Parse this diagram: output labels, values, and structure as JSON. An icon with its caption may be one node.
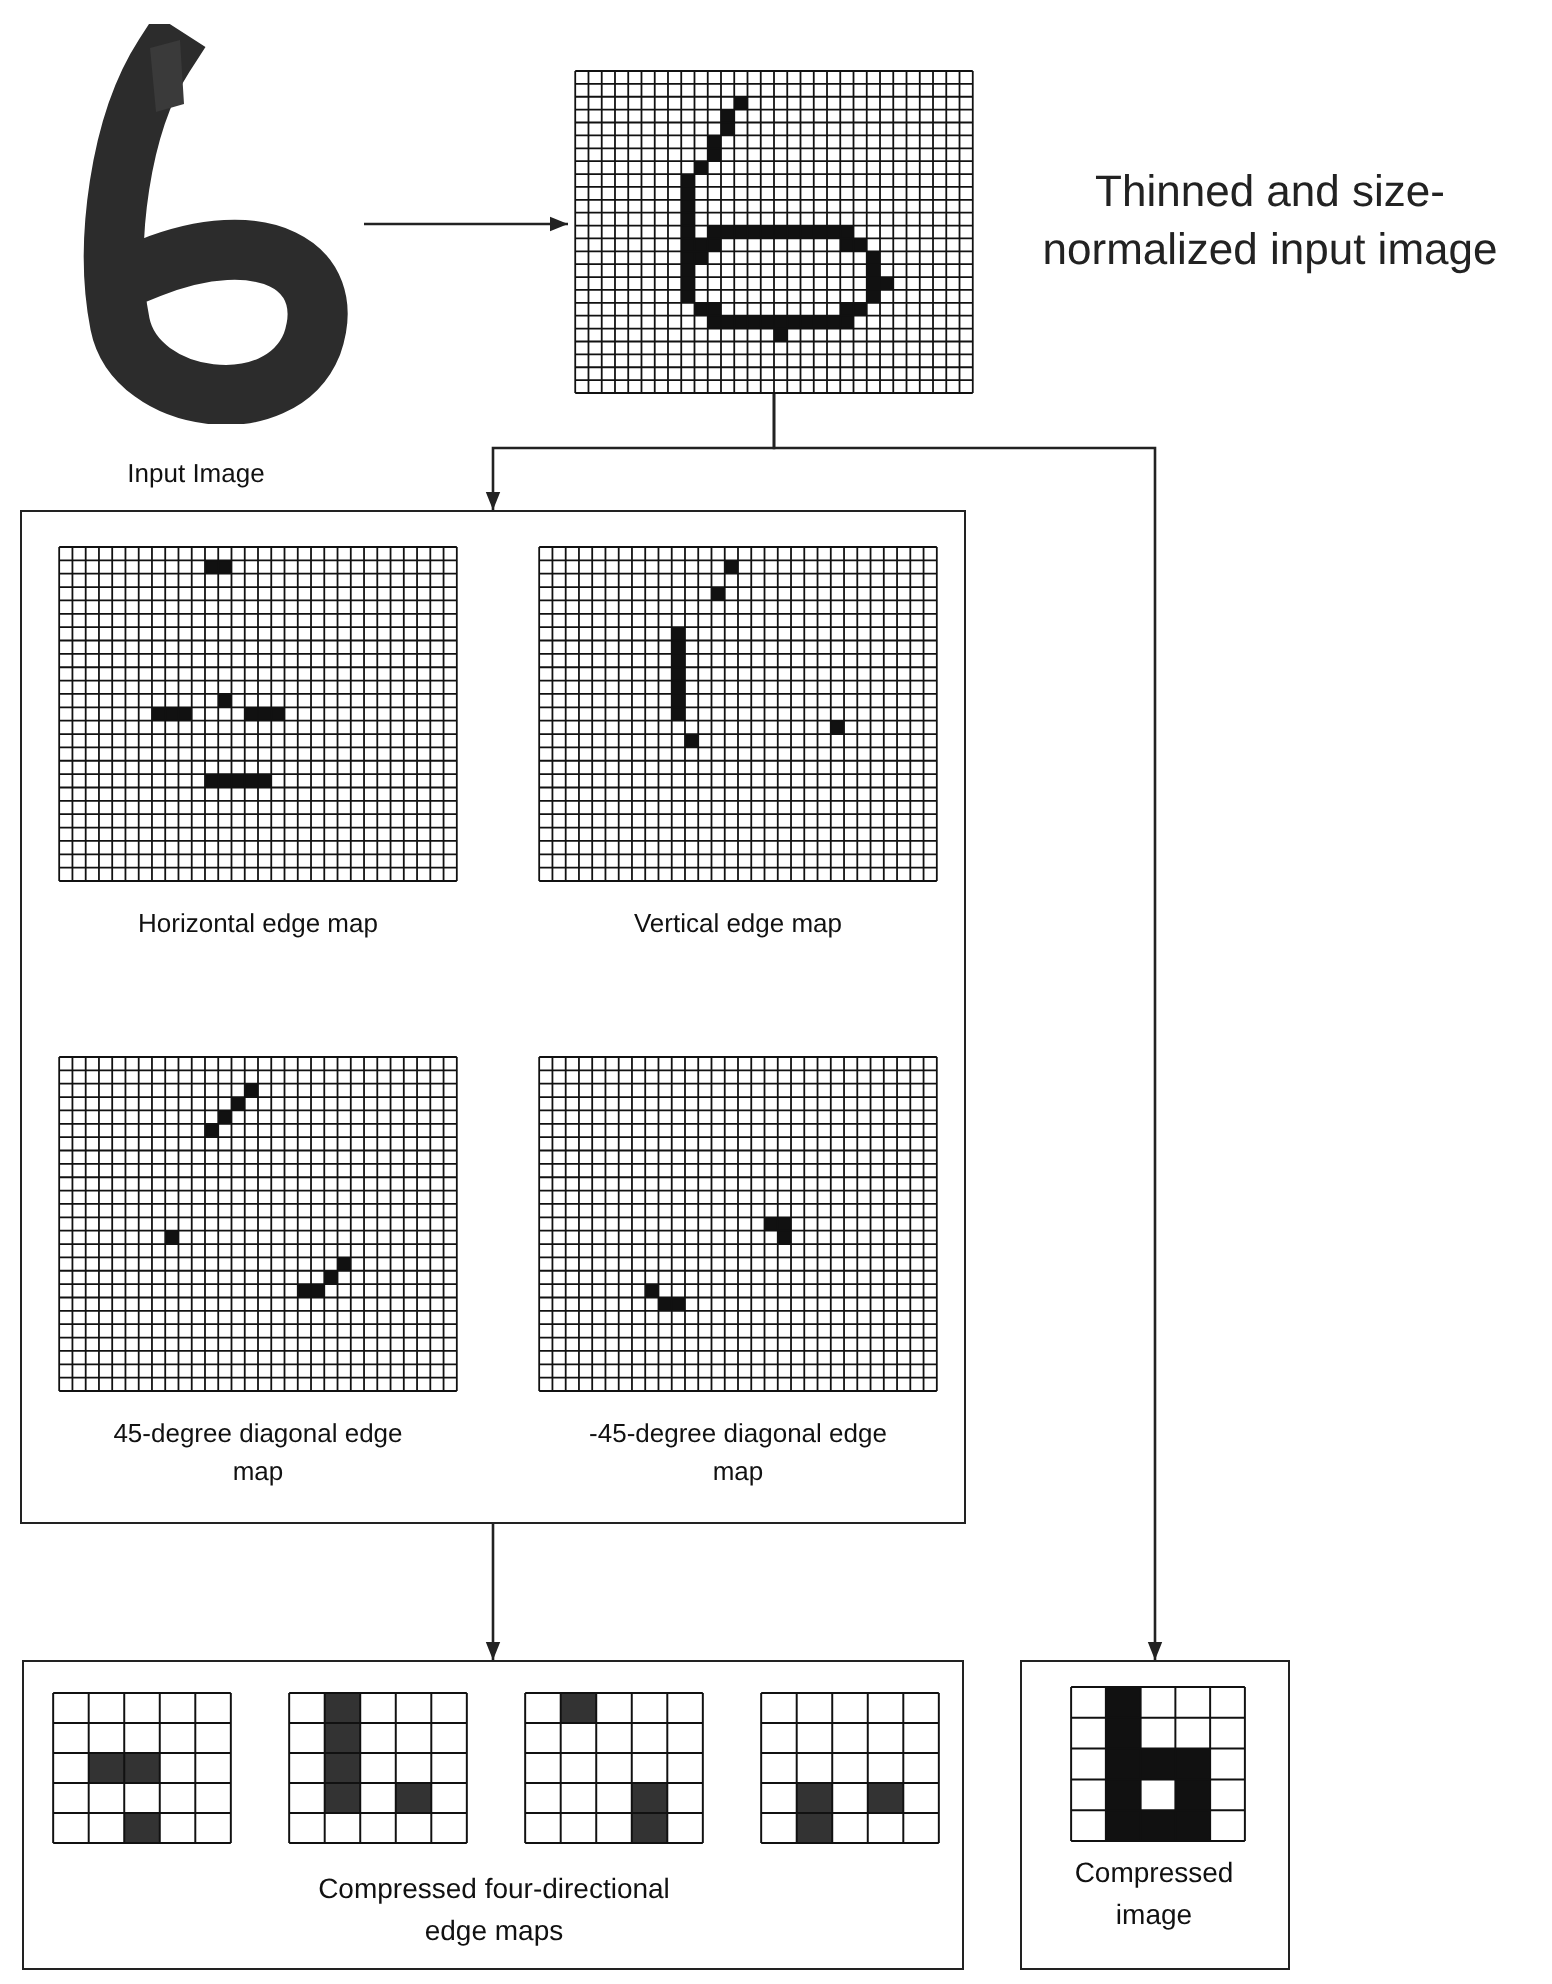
{
  "diagram": {
    "nodes": [
      {
        "text": [],
        "shape": "picture",
        "beside": [
          "Input Image"
        ]
      },
      {
        "text": [],
        "shape": "picture",
        "beside": [
          "Thinned and size-normalized input image"
        ]
      },
      {
        "text": [],
        "shape": "box"
      },
      {
        "text": [],
        "shape": "picture",
        "in": 2,
        "beside": [
          "Horizontal edge map"
        ]
      },
      {
        "text": [],
        "shape": "picture",
        "in": 2,
        "beside": [
          "Vertical edge map"
        ]
      },
      {
        "text": [],
        "shape": "picture",
        "in": 2,
        "beside": [
          "45-degree diagonal edge map"
        ]
      },
      {
        "text": [],
        "shape": "picture",
        "in": 2,
        "beside": [
          "-45-degree diagonal edge map"
        ]
      },
      {
        "text": [
          "Compressed four-directional edge maps"
        ]
      },
      {
        "text": [
          "Compressed image"
        ]
      }
    ],
    "edges": [
      {
        "from": 0,
        "to": 1,
        "arrow": "to"
      },
      {
        "from": 1,
        "to": 2,
        "arrow": "to"
      },
      {
        "from": 1,
        "to": 8,
        "arrow": "to"
      },
      {
        "from": 2,
        "to": 7,
        "arrow": "to"
      }
    ]
  }
}
